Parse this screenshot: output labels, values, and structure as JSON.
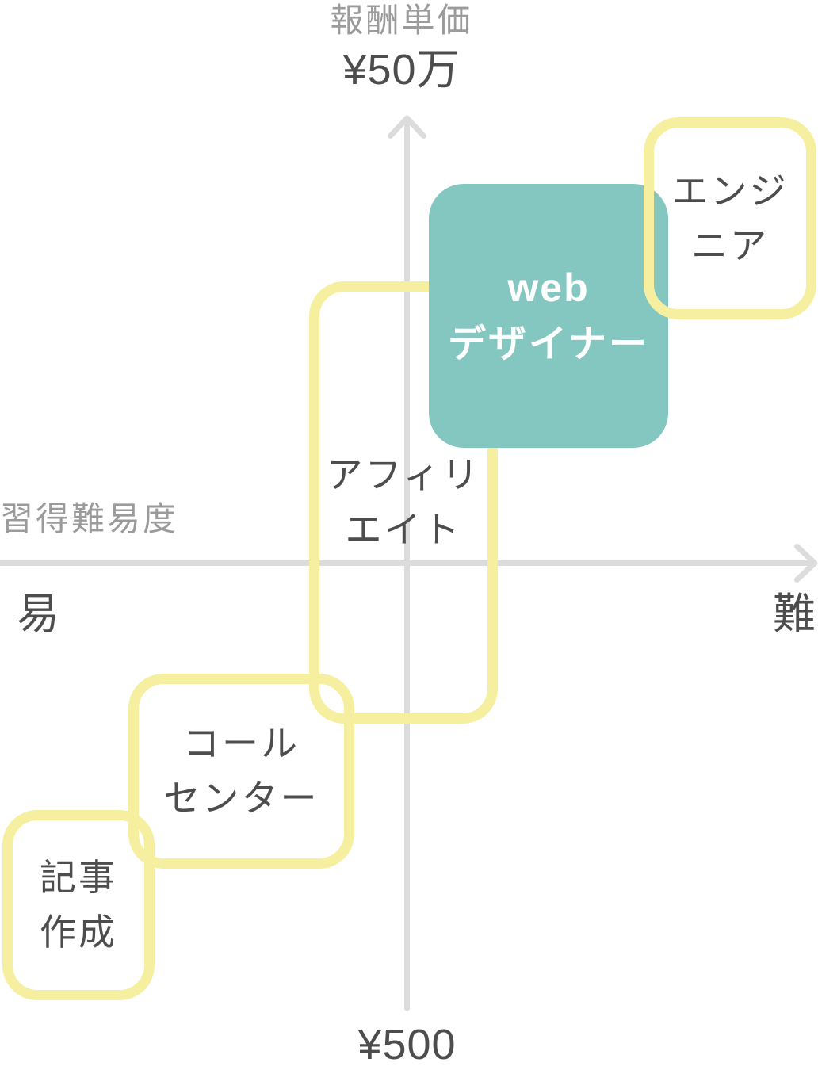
{
  "diagram": {
    "y_axis": {
      "title": "報酬単価",
      "max_value": "¥50万",
      "min_value": "¥500"
    },
    "x_axis": {
      "title": "習得難易度",
      "left_value": "易",
      "right_value": "難"
    },
    "boxes": {
      "engineer": {
        "line1": "エンジ",
        "line2": "ニア"
      },
      "web_designer": {
        "line1": "web",
        "line2": "デザイナー"
      },
      "affiliate": {
        "line1": "アフィリ",
        "line2": "エイト"
      },
      "call_center": {
        "line1": "コール",
        "line2": "センター"
      },
      "article_writing": {
        "line1": "記事",
        "line2": "作成"
      }
    },
    "icons": {
      "y_axis_arrow": "arrow-up",
      "x_axis_arrow": "arrow-right"
    },
    "colors": {
      "box_outline_yellow": "#f5ef9f",
      "highlight_teal": "#84c7c1",
      "axis_gray": "#dcdcdc",
      "muted_label_gray": "#9b9b9b",
      "text_dark": "#4d4d4d",
      "highlight_text_white": "#ffffff"
    }
  }
}
